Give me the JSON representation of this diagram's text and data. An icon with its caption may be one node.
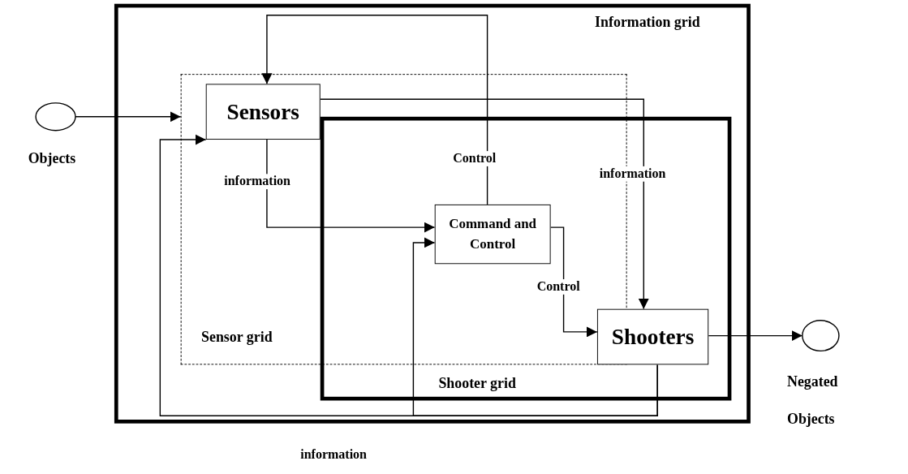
{
  "diagram": {
    "nodes": [
      {
        "text": [
          "Information grid"
        ]
      },
      {
        "text": [
          "Sensor grid"
        ],
        "in": 0
      },
      {
        "text": [
          "Shooter grid"
        ],
        "in": 0
      },
      {
        "text": [
          "Objects"
        ]
      },
      {
        "text": [
          "Sensors"
        ],
        "in": 1
      },
      {
        "text": [
          "Command and Control"
        ]
      },
      {
        "text": [
          "Shooters"
        ],
        "in": 2
      },
      {
        "text": [
          "Negated Objects"
        ]
      }
    ],
    "edges": [
      {
        "from": 3,
        "to": 1,
        "arrow": "to"
      },
      {
        "from": 5,
        "to": 4,
        "label": "Control",
        "arrow": "to"
      },
      {
        "from": 4,
        "to": 5,
        "label": "information",
        "arrow": "to"
      },
      {
        "from": 4,
        "to": 6,
        "label": "information",
        "arrow": "to"
      },
      {
        "from": 5,
        "to": 6,
        "label": "Control",
        "arrow": "to"
      },
      {
        "from": 6,
        "to": 4,
        "label": "information",
        "arrow": "to"
      },
      {
        "from": 6,
        "to": 5,
        "arrow": "to"
      },
      {
        "from": 6,
        "to": 7,
        "arrow": "to"
      }
    ]
  }
}
